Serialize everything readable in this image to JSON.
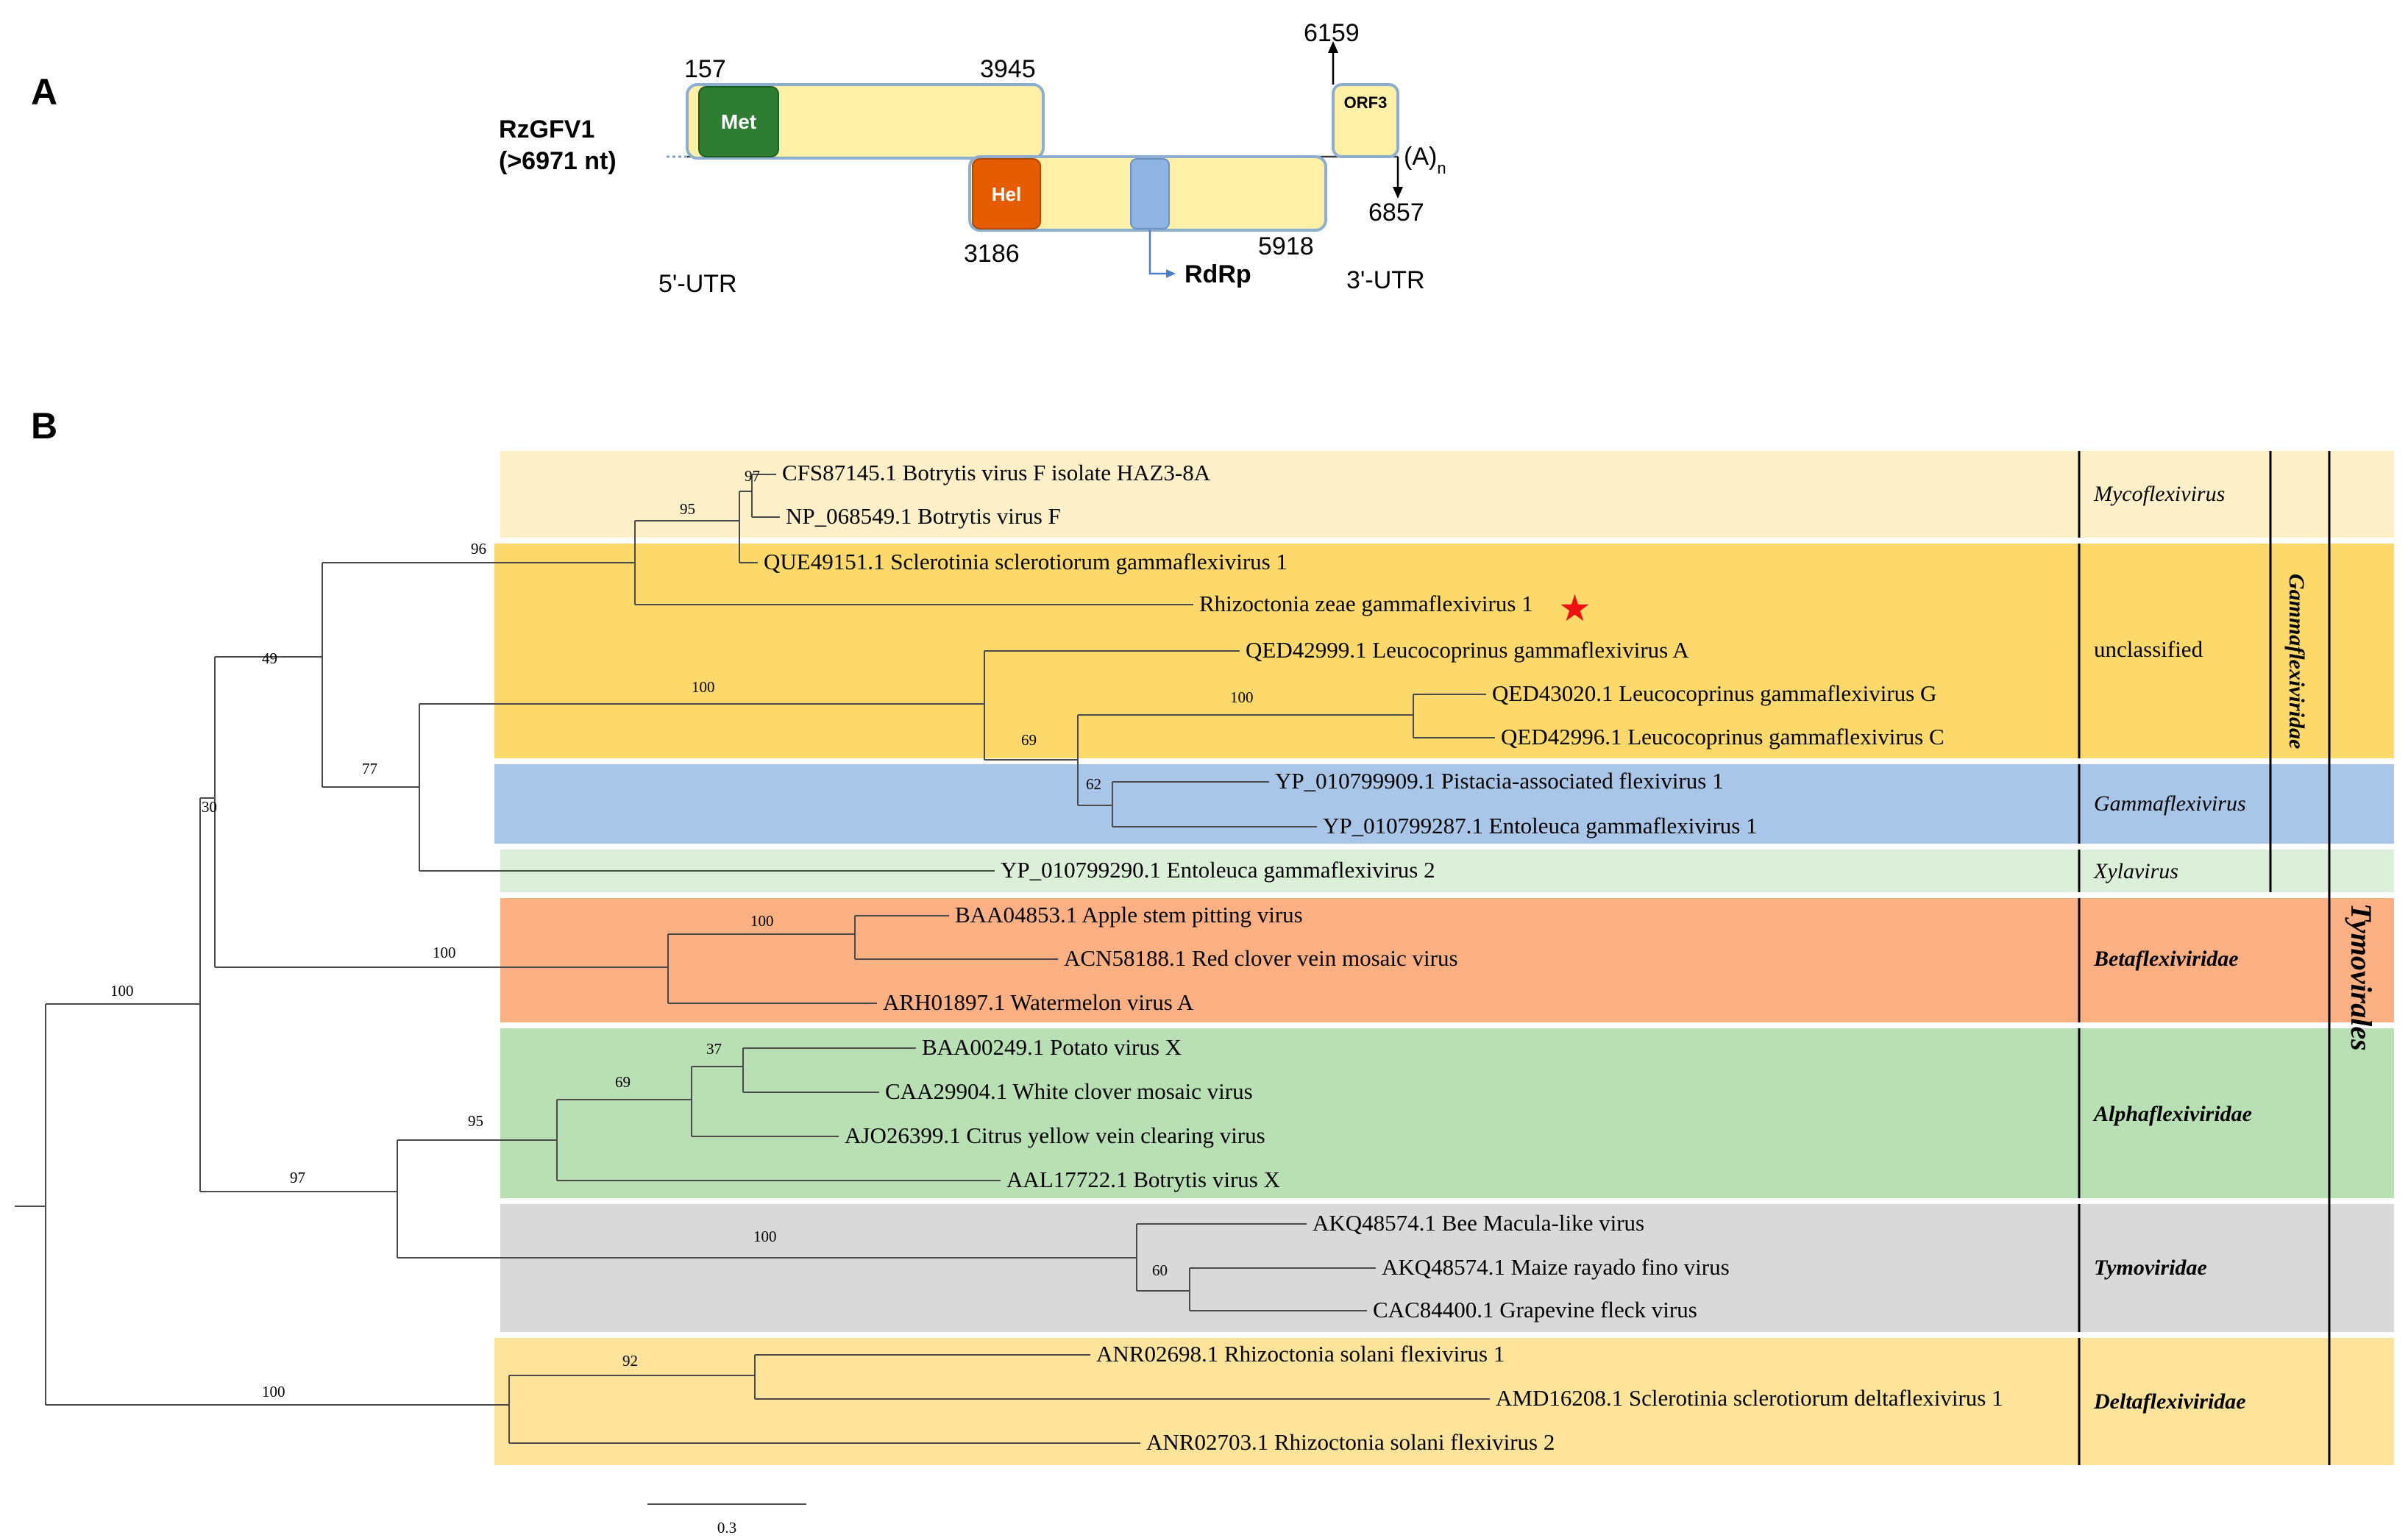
{
  "panel_a": {
    "label": "A",
    "genome_name": "RzGFV1",
    "genome_length": "(>6971 nt)",
    "pos_157": "157",
    "pos_3945": "3945",
    "pos_3186": "3186",
    "pos_5918": "5918",
    "pos_6159": "6159",
    "pos_6857": "6857",
    "met": "Met",
    "hel": "Hel",
    "orf3": "ORF3",
    "rdrp": "RdRp",
    "polya": "(A)",
    "polya_sub": "n",
    "utr5": "5'-UTR",
    "utr3": "3'-UTR",
    "colors": {
      "orf": "#fff0a8",
      "met": "#2e7d32",
      "hel": "#e65c00",
      "rdrp": "#8fb4e3",
      "outline": "#8eaecf"
    }
  },
  "panel_b": {
    "label": "B",
    "scale_label": "0.3",
    "star": "★",
    "leaves": [
      "CFS87145.1 Botrytis virus F isolate HAZ3-8A",
      "NP_068549.1 Botrytis virus F",
      "QUE49151.1 Sclerotinia sclerotiorum gammaflexivirus 1",
      "Rhizoctonia zeae gammaflexivirus 1",
      "QED42999.1 Leucocoprinus gammaflexivirus A",
      "QED43020.1 Leucocoprinus gammaflexivirus G",
      "QED42996.1 Leucocoprinus gammaflexivirus C",
      "YP_010799909.1 Pistacia-associated flexivirus 1",
      "YP_010799287.1 Entoleuca gammaflexivirus 1",
      "YP_010799290.1 Entoleuca gammaflexivirus 2",
      "BAA04853.1 Apple stem pitting virus",
      "ACN58188.1 Red clover vein mosaic virus",
      "ARH01897.1 Watermelon virus A",
      "BAA00249.1 Potato virus X",
      "CAA29904.1 White clover mosaic virus",
      "AJO26399.1 Citrus yellow vein clearing virus",
      "AAL17722.1 Botrytis virus X",
      "AKQ48574.1 Bee Macula-like virus",
      "AKQ48574.1 Maize rayado fino virus",
      "CAC84400.1 Grapevine fleck virus",
      "ANR02698.1 Rhizoctonia solani flexivirus 1",
      "AMD16208.1 Sclerotinia sclerotiorum deltaflexivirus 1",
      "ANR02703.1 Rhizoctonia solani flexivirus 2"
    ],
    "bootstraps": [
      "97",
      "95",
      "96",
      "49",
      "100",
      "100",
      "69",
      "62",
      "77",
      "30",
      "100",
      "100",
      "100",
      "37",
      "69",
      "95",
      "97",
      "100",
      "60",
      "92",
      "100"
    ],
    "groups": {
      "mycoflexivirus": "Mycoflexivirus",
      "unclassified": "unclassified",
      "gammaflexivirus": "Gammaflexivirus",
      "xylavirus": "Xylavirus",
      "betaflexiviridae": "Betaflexiviridae",
      "alphaflexiviridae": "Alphaflexiviridae",
      "tymoviridae": "Tymoviridae",
      "deltaflexiviridae": "Deltaflexiviridae",
      "gammaflexiviridae": "Gammaflexiviridae",
      "tymovirales": "Tymovirales"
    },
    "colors": {
      "myco": "#fdefc8",
      "unclassified": "#fdd96b",
      "gamma": "#a9c6e8",
      "xyla": "#dcefd9",
      "beta": "#fbb084",
      "alpha": "#b9e0b4",
      "tymo": "#d9d9d9",
      "delta": "#fde49a",
      "star": "#ee1111"
    }
  }
}
